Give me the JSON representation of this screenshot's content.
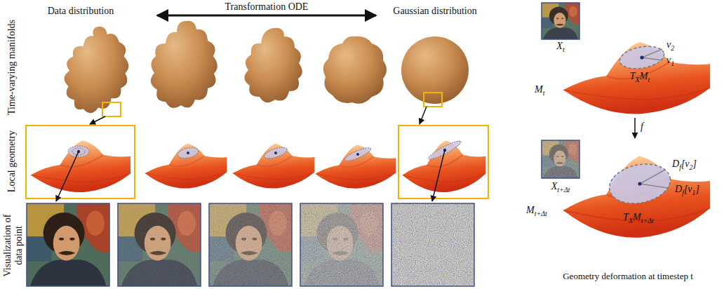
{
  "diagram": {
    "caption": "Geometry deformation at timestep t",
    "labels": [
      "Data distribution",
      "Transformation ODE",
      "Gaussian distribution",
      "Time-varying manifolds",
      "Local geometry",
      "Visualization of data point",
      "X",
      "t",
      "v",
      "2",
      "v",
      "1",
      "T",
      "X",
      "M",
      "t",
      "M",
      "t",
      "f",
      "X",
      "t+Δt",
      "D",
      "f",
      "[v",
      "2",
      "]",
      "D",
      "f",
      "[v",
      "1",
      "]",
      "T",
      "X",
      "M",
      "t+Δt",
      "M",
      "t+Δt"
    ]
  }
}
